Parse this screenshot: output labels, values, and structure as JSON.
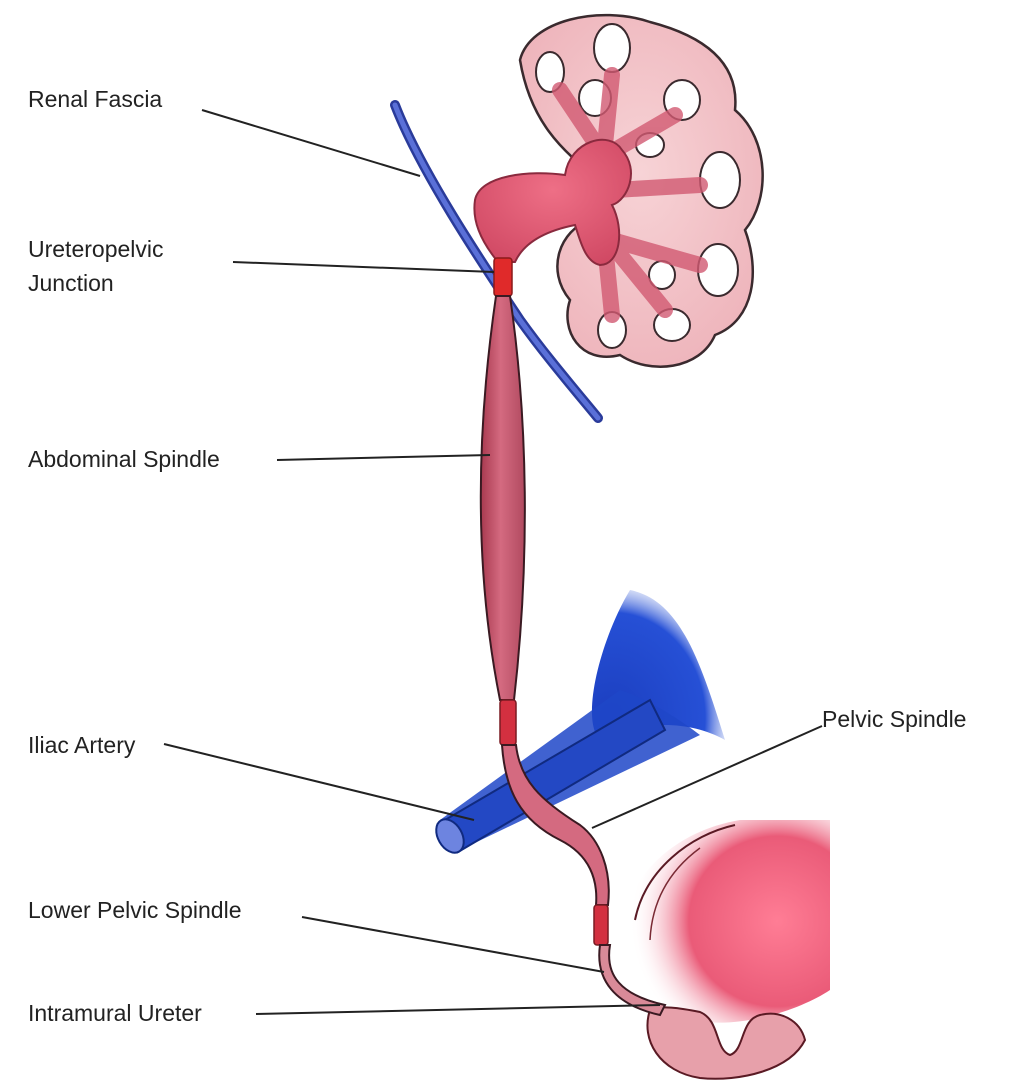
{
  "labels": {
    "renal_fascia": "Renal Fascia",
    "upj_line1": "Ureteropelvic",
    "upj_line2": "Junction",
    "abdominal_spindle": "Abdominal Spindle",
    "iliac_artery": "Iliac Artery",
    "pelvic_spindle": "Pelvic Spindle",
    "lower_pelvic_spindle": "Lower Pelvic Spindle",
    "intramural_ureter": "Intramural Ureter"
  },
  "colors": {
    "ureter": "#c9566f",
    "kidney_fill": "#f4c9cc",
    "pelvis": "#e0506a",
    "narrowing": "#e02a2a",
    "fascia": "#3a4fb0",
    "artery": "#1f47c8",
    "bladder": "#e8607a",
    "leader": "#222222"
  }
}
